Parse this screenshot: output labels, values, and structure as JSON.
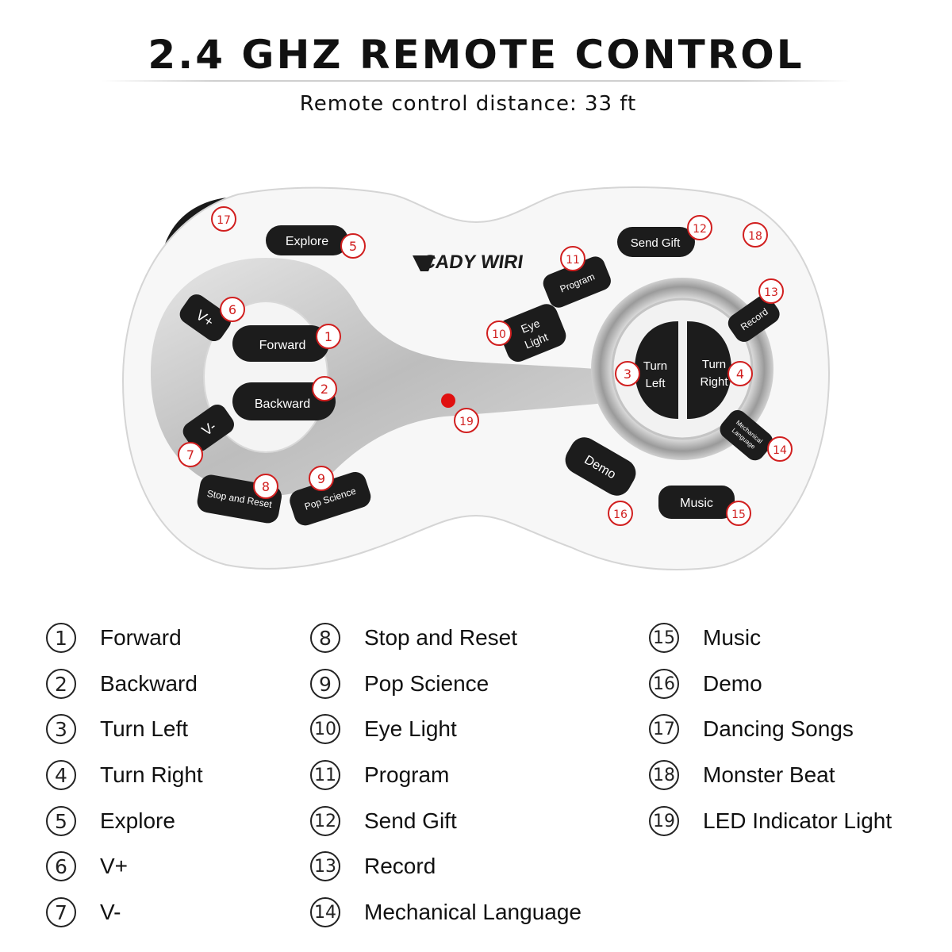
{
  "title": "2.4 GHZ REMOTE CONTROL",
  "subtitle": "Remote control distance: 33 ft",
  "brand": "CADY WIRI",
  "colors": {
    "callout": "#d11f1f",
    "button": "#1c1c1c",
    "body": "#f6f6f6",
    "led": "#e01010"
  },
  "buttons": {
    "forward": "Forward",
    "backward": "Backward",
    "turn_left_1": "Turn",
    "turn_left_2": "Left",
    "turn_right_1": "Turn",
    "turn_right_2": "Right",
    "explore": "Explore",
    "v_plus": "V+",
    "v_minus": "V-",
    "stop_reset": "Stop and Reset",
    "pop_science": "Pop Science",
    "eye_light_1": "Eye",
    "eye_light_2": "Light",
    "program": "Program",
    "send_gift": "Send Gift",
    "record": "Record",
    "mech_1": "Mechanical",
    "mech_2": "Language",
    "demo": "Demo",
    "music": "Music"
  },
  "callouts": [
    "1",
    "2",
    "3",
    "4",
    "5",
    "6",
    "7",
    "8",
    "9",
    "10",
    "11",
    "12",
    "13",
    "14",
    "15",
    "16",
    "17",
    "18",
    "19"
  ],
  "legend": [
    {
      "num": "1",
      "label": "Forward"
    },
    {
      "num": "2",
      "label": "Backward"
    },
    {
      "num": "3",
      "label": "Turn Left"
    },
    {
      "num": "4",
      "label": "Turn Right"
    },
    {
      "num": "5",
      "label": "Explore"
    },
    {
      "num": "6",
      "label": "V+"
    },
    {
      "num": "7",
      "label": "V-"
    },
    {
      "num": "8",
      "label": "Stop and Reset"
    },
    {
      "num": "9",
      "label": "Pop Science"
    },
    {
      "num": "10",
      "label": "Eye Light"
    },
    {
      "num": "11",
      "label": "Program"
    },
    {
      "num": "12",
      "label": "Send Gift"
    },
    {
      "num": "13",
      "label": "Record"
    },
    {
      "num": "14",
      "label": "Mechanical Language"
    },
    {
      "num": "15",
      "label": "Music"
    },
    {
      "num": "16",
      "label": "Demo"
    },
    {
      "num": "17",
      "label": "Dancing Songs"
    },
    {
      "num": "18",
      "label": "Monster Beat"
    },
    {
      "num": "19",
      "label": "LED Indicator Light"
    }
  ]
}
